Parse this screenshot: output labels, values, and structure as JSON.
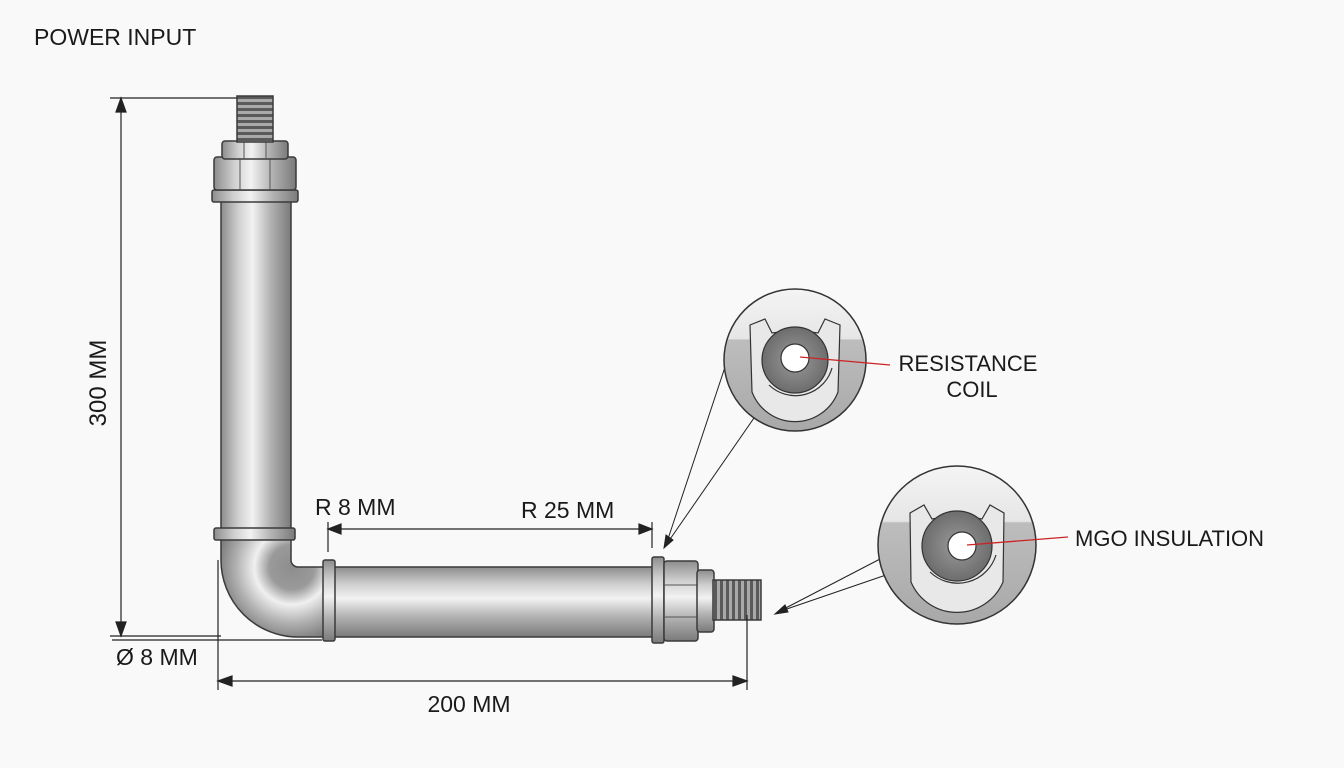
{
  "labels": {
    "power_input": "POWER INPUT",
    "height": "300 MM",
    "diameter": "Ø 8 MM",
    "bend_radius_small": "R 8 MM",
    "bend_radius_large": "R 25 MM",
    "length": "200 MM",
    "resistance_coil_line1": "RESISTANCE",
    "resistance_coil_line2": "COIL",
    "mgo_insulation": "MGO INSULATION"
  },
  "colors": {
    "background": "#f9f9f9",
    "tube": "#b5b5b5",
    "outline": "#3a3a3a",
    "leader_red": "#cc2222"
  }
}
